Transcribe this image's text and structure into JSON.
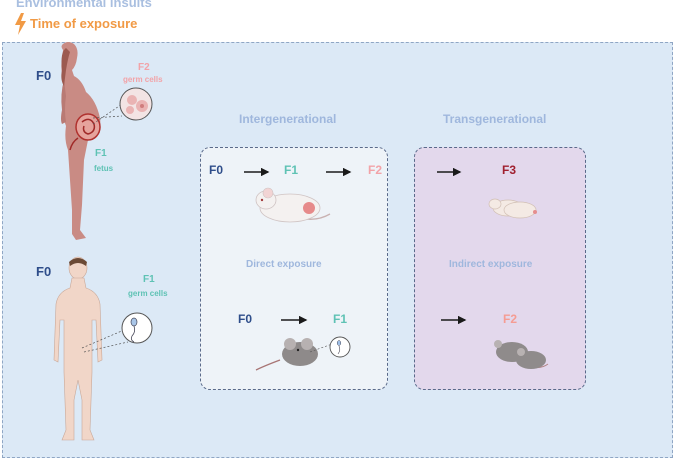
{
  "header": {
    "environmental_insults": "Environmental insults",
    "time_of_exposure": "Time of exposure"
  },
  "colors": {
    "panel_bg": "#dce9f6",
    "header_blue": "#a9bfe0",
    "header_orange": "#f19a45",
    "f0_navy": "#2e4d8a",
    "f1_teal": "#5ec2b4",
    "f2_pink": "#f2a3a8",
    "f3_maroon": "#a0202f"
  },
  "female": {
    "gen": "F0",
    "f2_label": "F2",
    "f2_sub": "germ cells",
    "f1_label": "F1",
    "f1_sub": "fetus"
  },
  "male": {
    "gen": "F0",
    "f1_label": "F1",
    "f1_sub": "germ cells"
  },
  "intergenerational": {
    "title": "Intergenerational",
    "top_row": [
      "F0",
      "F1",
      "F2"
    ],
    "exposure": "Direct exposure",
    "bottom_row": [
      "F0",
      "F1"
    ]
  },
  "transgenerational": {
    "title": "Transgenerational",
    "top_label": "F3",
    "exposure": "Indirect exposure",
    "bottom_label": "F2"
  }
}
